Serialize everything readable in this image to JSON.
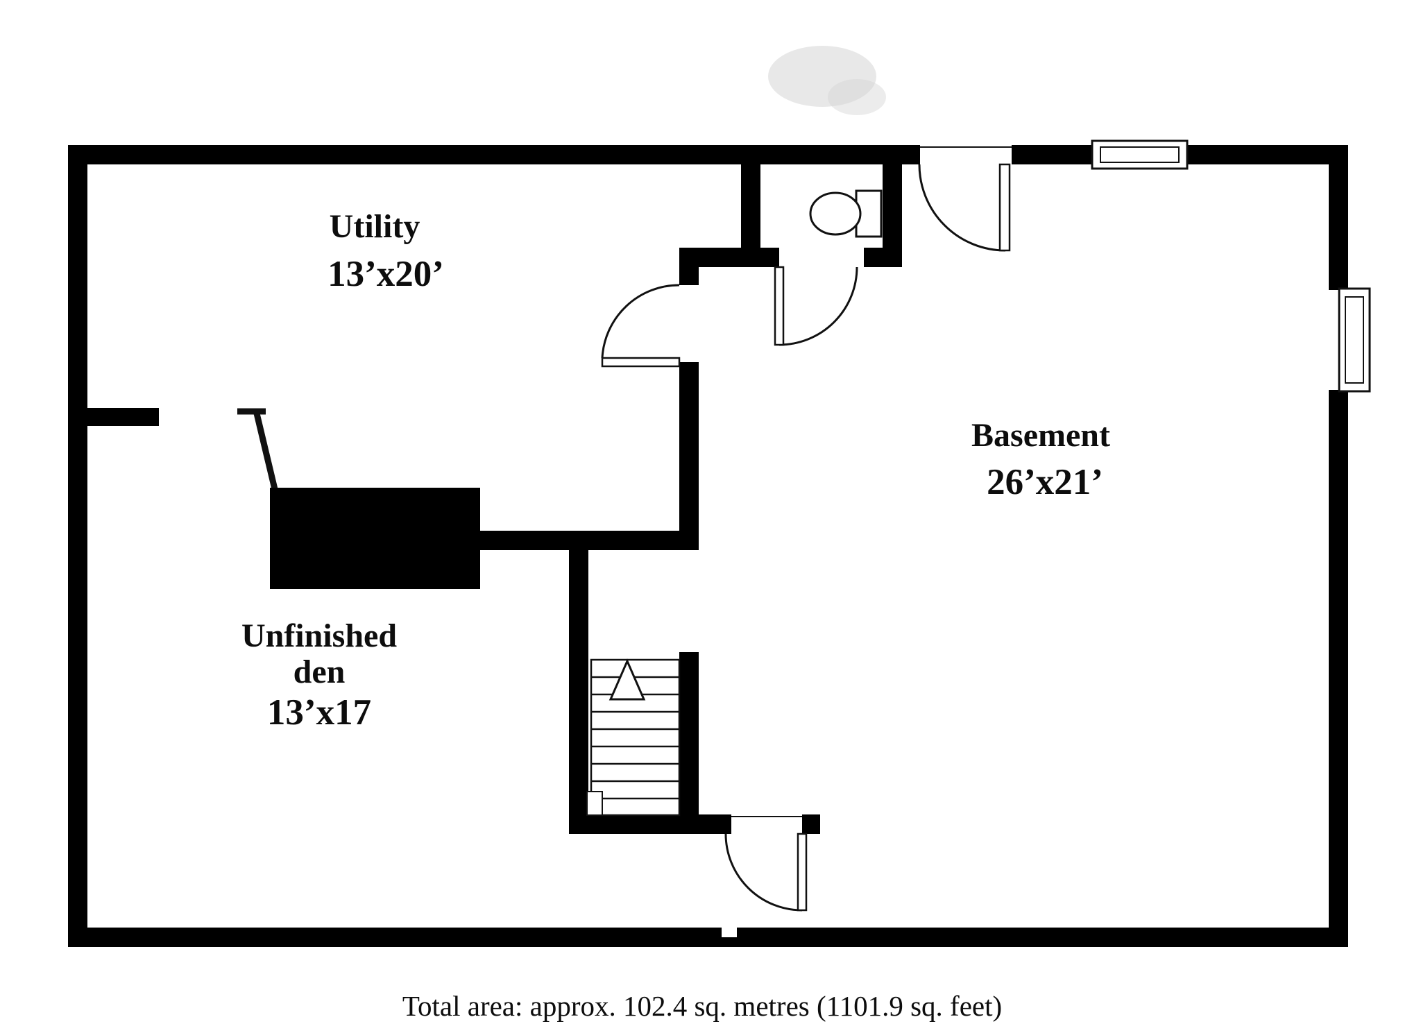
{
  "rooms": {
    "utility": {
      "label": "Utility",
      "dimensions": "13’x20’"
    },
    "basement": {
      "label": "Basement",
      "dimensions": "26’x21’"
    },
    "unfinished_den": {
      "label_line1": "Unfinished",
      "label_line2": "den",
      "dimensions": "13’x17"
    }
  },
  "footer": {
    "total_area": "Total area: approx. 102.4 sq. metres (1101.9 sq. feet)"
  },
  "colors": {
    "wall": "#000000",
    "background": "#ffffff",
    "text": "#0d0d0d"
  }
}
